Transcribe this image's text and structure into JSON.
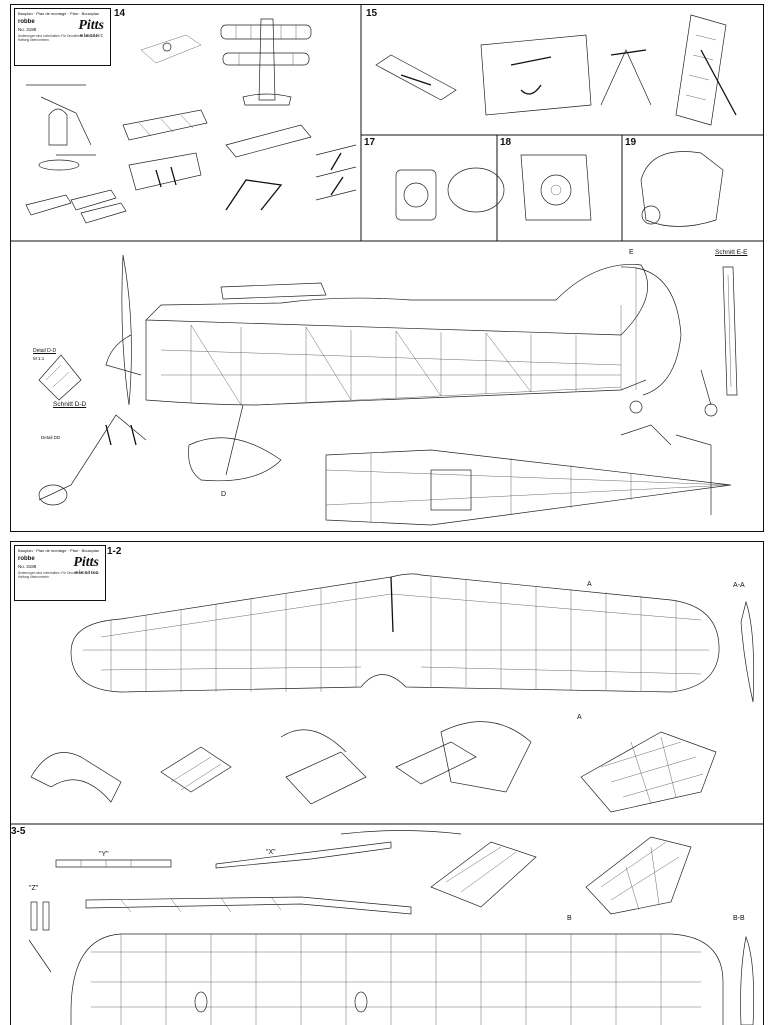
{
  "top_tag": "",
  "sheet1": {
    "title_head": "Bauplan · Plan de montage · Plan · Bouwplan",
    "brand": "robbe",
    "logo": "Pitts",
    "logo_sub": "electric",
    "number": "No. 3198",
    "fine_print": "Änderungen sind vorbehalten. Für Druckfehler wird keine Haftung übernommen.",
    "panel_14": "14",
    "panel_15": "15",
    "panel_17": "17",
    "panel_18": "18",
    "panel_19": "19",
    "section_e": "Schnitt E-E",
    "label_e": "E",
    "detail_d": "Detail D-D",
    "detail_m": "M 1:1",
    "section_d": "Schnitt D-D",
    "detail_dd": "Detail DD",
    "label_d": "D"
  },
  "sheet2": {
    "title_head": "Bauplan · Plan de montage · Plan · Bouwplan",
    "brand": "robbe",
    "logo": "Pitts",
    "logo_sub": "electric",
    "number": "No. 3198",
    "fine_print": "Änderungen sind vorbehalten. Für Druckfehler wird keine Haftung übernommen.",
    "panel_12": "1-2",
    "label_a_top": "A",
    "label_a_bottom": "A",
    "section_aa": "A-A",
    "panel_35": "3-5",
    "label_y": "\"Y\"",
    "label_x": "\"X\"",
    "label_z": "\"Z\"",
    "label_b": "B",
    "section_bb": "B-B"
  }
}
